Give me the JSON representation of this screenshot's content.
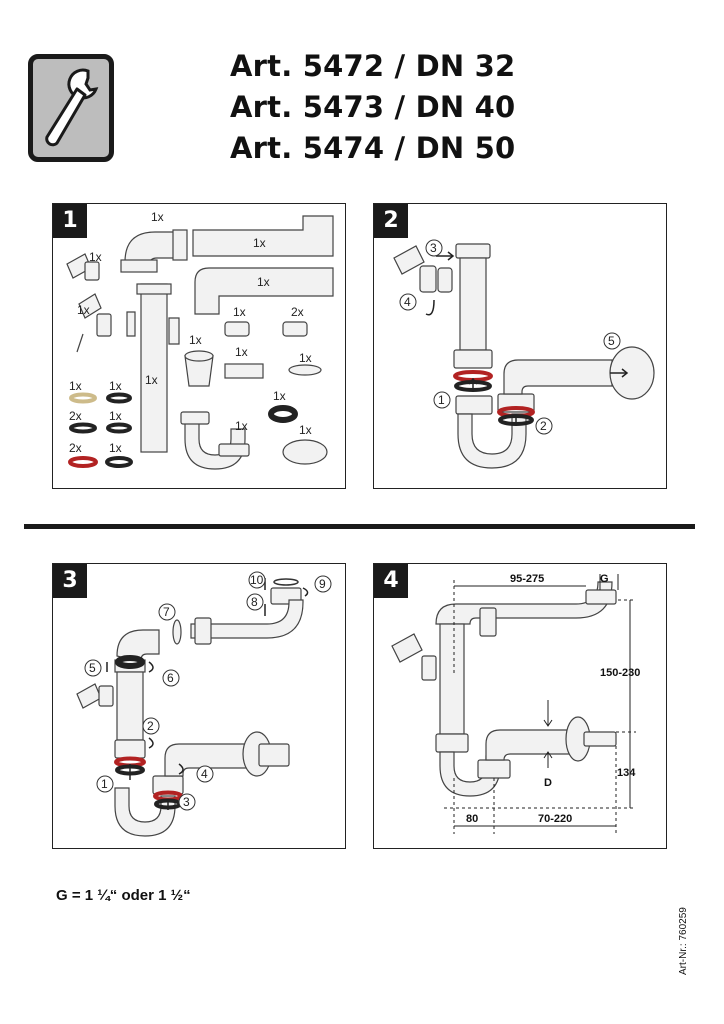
{
  "header": {
    "titles": [
      "Art. 5472 / DN 32",
      "Art. 5473 / DN 40",
      "Art. 5474 / DN 50"
    ]
  },
  "icons": {
    "main": "wrench-icon"
  },
  "panels": [
    {
      "number": "1"
    },
    {
      "number": "2"
    },
    {
      "number": "3"
    },
    {
      "number": "4"
    }
  ],
  "panel1": {
    "qty": [
      "1x",
      "1x",
      "1x",
      "1x",
      "1x",
      "1x",
      "1x",
      "2x",
      "1x",
      "1x",
      "1x",
      "1x",
      "1x",
      "2x",
      "1x",
      "1x",
      "1x",
      "1x",
      "2x",
      "1x"
    ]
  },
  "panel2": {
    "steps": [
      "1",
      "2",
      "3",
      "4",
      "5"
    ]
  },
  "panel3": {
    "steps": [
      "1",
      "2",
      "3",
      "4",
      "5",
      "6",
      "7",
      "8",
      "9",
      "10"
    ]
  },
  "panel4": {
    "dims": {
      "top_width": "95-275",
      "g_label": "G",
      "height": "150-230",
      "bottom_height": "134",
      "d_label": "D",
      "left_offset": "80",
      "bottom_width": "70-220"
    }
  },
  "footer": {
    "note": "G = 1 ¼“ oder 1 ½“",
    "article_number": "Art-Nr.: 760259"
  }
}
